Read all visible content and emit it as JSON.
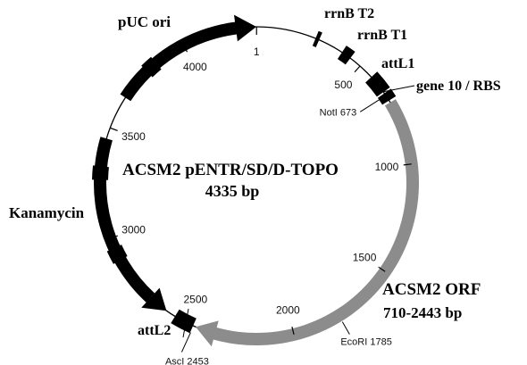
{
  "plasmid": {
    "name": "ACSM2 pENTR/SD/D-TOPO",
    "size_bp": 4335,
    "size_label": "4335 bp"
  },
  "features": [
    {
      "id": "puc-ori",
      "label": "pUC ori",
      "kind": "arrow",
      "color": "#000000",
      "start": 3650,
      "end": 4335,
      "direction": "cw"
    },
    {
      "id": "kanamycin",
      "label": "Kanamycin",
      "kind": "arrow",
      "color": "#000000",
      "start": 2590,
      "end": 3450,
      "direction": "ccw"
    },
    {
      "id": "acsm2-orf",
      "label": "ACSM2 ORF",
      "sublabel": "710-2443 bp",
      "kind": "arrow",
      "color": "#8c8c8c",
      "start": 710,
      "end": 2443,
      "direction": "cw"
    },
    {
      "id": "rrnb-t2",
      "label": "rrnB T2",
      "kind": "box",
      "color": "#000000",
      "start": 268,
      "end": 285
    },
    {
      "id": "rrnb-t1",
      "label": "rrnB T1",
      "kind": "box",
      "color": "#000000",
      "start": 400,
      "end": 445
    },
    {
      "id": "attl1",
      "label": "attL1",
      "kind": "box",
      "color": "#000000",
      "start": 570,
      "end": 655
    },
    {
      "id": "gene10-rbs",
      "label": "gene 10 / RBS",
      "kind": "box",
      "color": "#000000",
      "start": 662,
      "end": 700
    },
    {
      "id": "attl2",
      "label": "attL2",
      "kind": "box",
      "color": "#000000",
      "start": 2455,
      "end": 2545
    },
    {
      "id": "marker-3830",
      "label": "",
      "kind": "box",
      "color": "#000000",
      "start": 3800,
      "end": 3855
    },
    {
      "id": "marker-3300",
      "label": "",
      "kind": "box",
      "color": "#000000",
      "start": 3265,
      "end": 3325
    },
    {
      "id": "marker-2930",
      "label": "",
      "kind": "box",
      "color": "#000000",
      "start": 2895,
      "end": 2955
    }
  ],
  "ticks": [
    {
      "pos": 1,
      "label": "1"
    },
    {
      "pos": 500,
      "label": "500"
    },
    {
      "pos": 1000,
      "label": "1000"
    },
    {
      "pos": 1500,
      "label": "1500"
    },
    {
      "pos": 2000,
      "label": "2000"
    },
    {
      "pos": 2500,
      "label": "2500"
    },
    {
      "pos": 3000,
      "label": "3000"
    },
    {
      "pos": 3500,
      "label": "3500"
    },
    {
      "pos": 4000,
      "label": "4000"
    }
  ],
  "sites": [
    {
      "id": "noti",
      "label": "NotI 673",
      "pos": 673
    },
    {
      "id": "ecori",
      "label": "EcoRI 1785",
      "pos": 1785
    },
    {
      "id": "asci",
      "label": "AscI 2453",
      "pos": 2453
    }
  ]
}
